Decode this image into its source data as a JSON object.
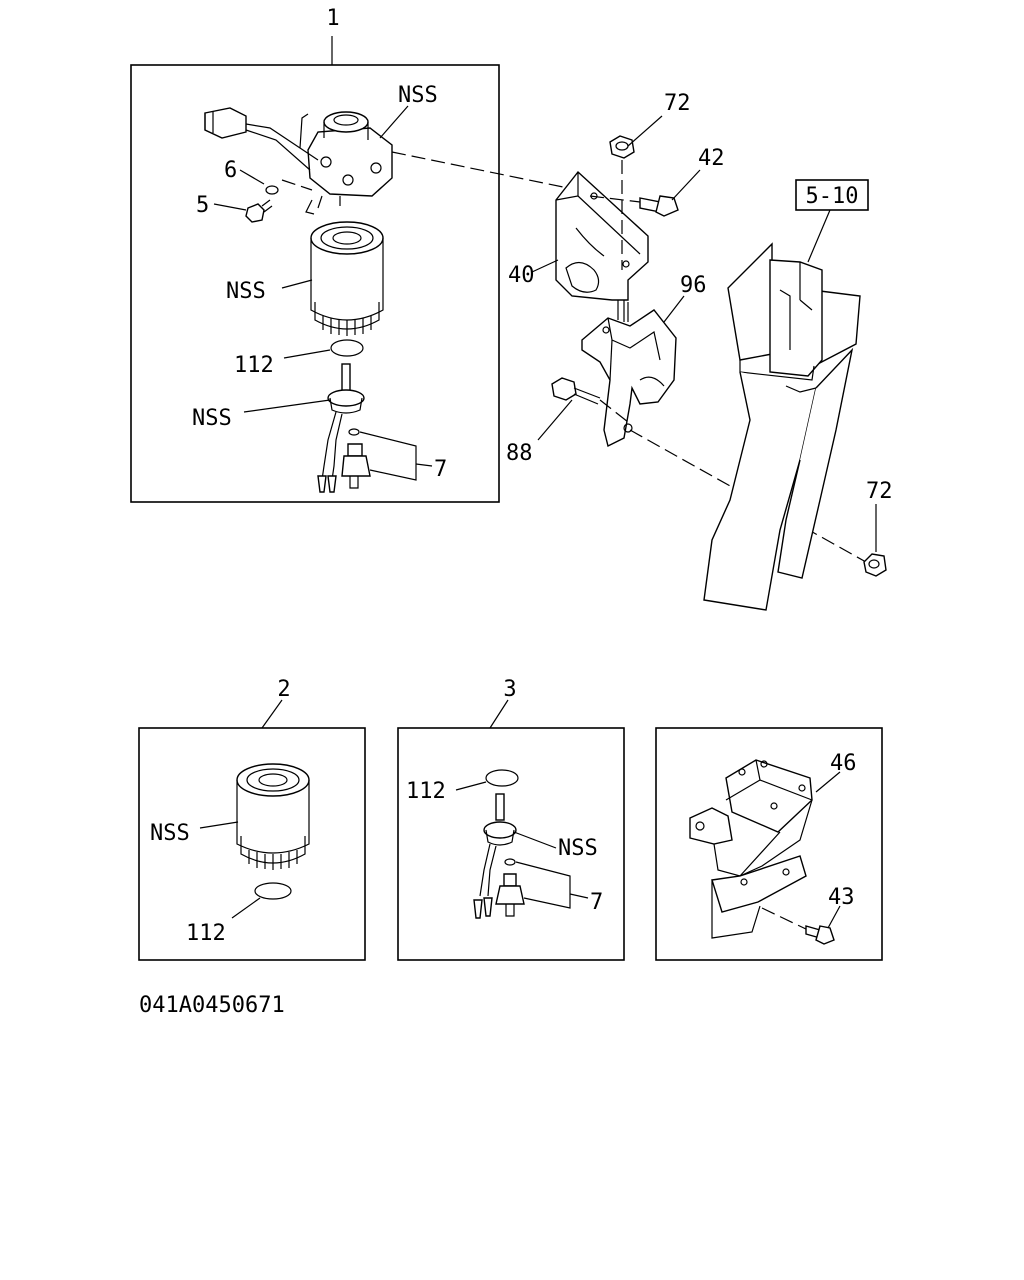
{
  "labels": {
    "item_1": "1",
    "item_2": "2",
    "item_3": "3",
    "nss": "NSS",
    "p5": "5",
    "p6": "6",
    "p7": "7",
    "p40": "40",
    "p42": "42",
    "p43": "43",
    "p46": "46",
    "p72": "72",
    "p88": "88",
    "p96": "96",
    "p112": "112",
    "ref_box": "5-10"
  },
  "drawing_number": "041A0450671"
}
